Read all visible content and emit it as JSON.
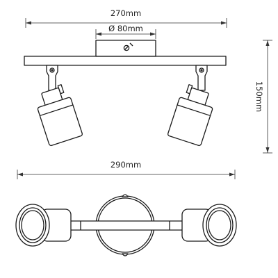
{
  "dimensions": {
    "top_width": "270mm",
    "base_diameter": "Ø 80mm",
    "height": "150mm",
    "bottom_width": "290mm"
  }
}
